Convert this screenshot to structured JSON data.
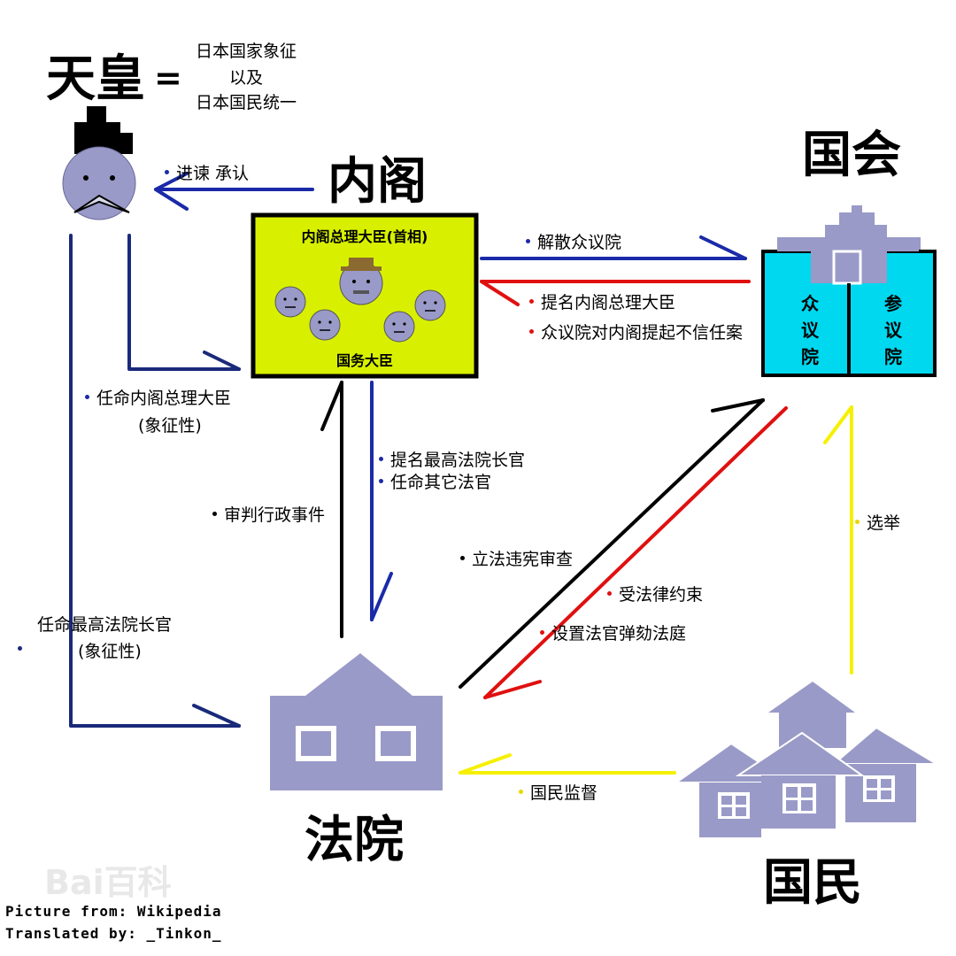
{
  "titles": {
    "emperor": "天皇",
    "cabinet": "内阁",
    "diet": "国会",
    "court": "法院",
    "people": "国民"
  },
  "emperor_equals": "=",
  "emperor_symbol_lines": [
    "日本国家象征",
    "以及",
    "日本国民统一"
  ],
  "cabinet_box": {
    "top_label": "内阁总理大臣(首相)",
    "bottom_label": "国务大臣"
  },
  "diet_chambers": {
    "lower": [
      "众",
      "议",
      "院"
    ],
    "upper": [
      "参",
      "议",
      "院"
    ]
  },
  "labels": {
    "advice_approval": "进谏  承认",
    "dissolve_lower_house": "解散众议院",
    "nominate_pm": "提名内阁总理大臣",
    "no_confidence": "众议院对内阁提起不信任案",
    "appoint_pm": "任命内阁总理大臣",
    "appoint_pm_note": "(象征性)",
    "nominate_chief_justice": "提名最高法院长官",
    "appoint_other_judges": "任命其它法官",
    "admin_trials": "审判行政事件",
    "judicial_review": "立法违宪审查",
    "bound_by_law": "受法律约束",
    "impeachment_court": "设置法官弹劾法庭",
    "election": "选举",
    "appoint_chief_justice": "任命最高法院长官",
    "appoint_chief_justice_note": "(象征性)",
    "people_oversight": "国民监督"
  },
  "watermark": "Bai百科",
  "credits": {
    "line1": "Picture from:  Wikipedia",
    "line2": "Translated by: _Tinkon_"
  },
  "colors": {
    "blue_arrow": "#1a2aa8",
    "red_arrow": "#e01010",
    "black_arrow": "#000000",
    "yellow_arrow": "#f5f000",
    "cabinet_fill": "#d8f000",
    "diet_fill": "#00d8f0",
    "building_fill": "#9a9ac8"
  }
}
